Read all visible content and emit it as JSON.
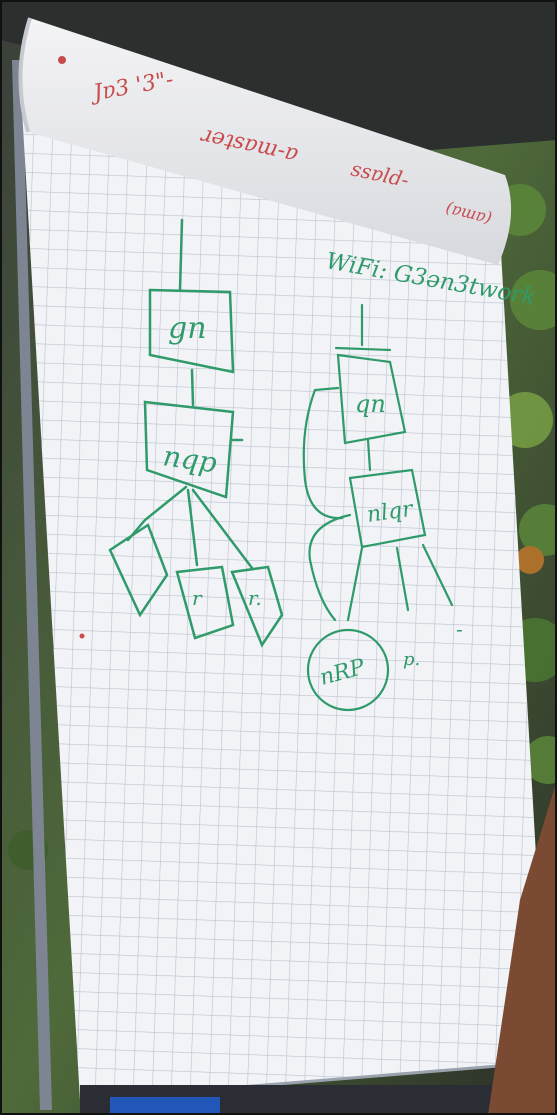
{
  "photo": {
    "subject": "flip-chart"
  },
  "top_roll": {
    "lines": [
      "Jɐ3 '3\"-",
      "ɹǝʇsɐɯ-ɐ",
      "ssɐld-",
      "(ɐɯɐ)"
    ]
  },
  "diagram_left": {
    "top_box_label": "gn",
    "middle_box_label": "nqp",
    "leaf_label_1": "r",
    "leaf_label_2": "r."
  },
  "diagram_right": {
    "heading": "WiFi: G3ən3twork",
    "top_box_label": "qn",
    "middle_box_label": "nlqr",
    "circle_label": "nRP",
    "small_mark": "p.",
    "dash_mark": "-"
  },
  "colors": {
    "marker_green": "#2f9a6a",
    "marker_red": "#c94b4b",
    "paper": "#f2f3f6",
    "grid": "#b9c1cf"
  }
}
